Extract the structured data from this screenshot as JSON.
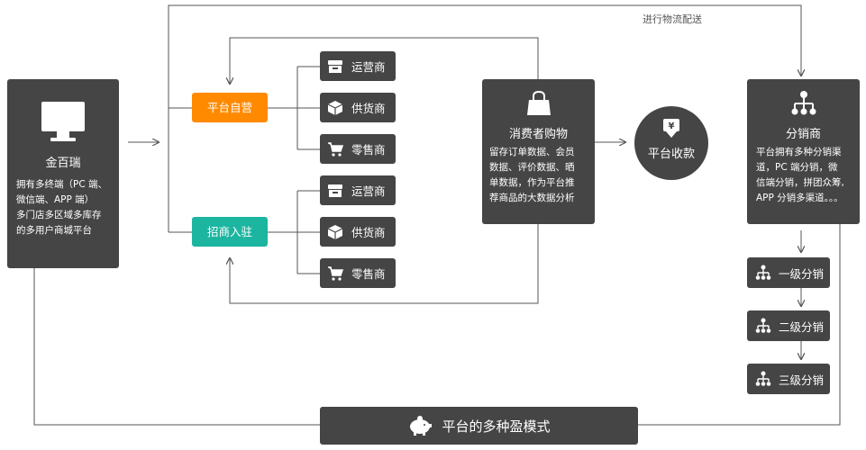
{
  "platform": {
    "name": "金百瑞",
    "desc1": "拥有多终端（PC 端、",
    "desc2": "微信端、APP 端）",
    "desc3": "多门店多区域多库存",
    "desc4": "的多用户商城平台",
    "icon": "monitor-icon"
  },
  "self_op": {
    "label": "平台自营",
    "color": "#ff8a00",
    "items": [
      "运营商",
      "供货商",
      "零售商"
    ]
  },
  "merchant": {
    "label": "招商入驻",
    "color": "#1bb5a0",
    "items": [
      "运营商",
      "供货商",
      "零售商"
    ]
  },
  "consumer": {
    "title": "消费者购物",
    "desc1": "留存订单数据、会员",
    "desc2": "数据、评价数据、晒",
    "desc3": "单数据，作为平台推",
    "desc4": "荐商品的大数据分析",
    "icon": "shopping-bag-icon"
  },
  "payment": {
    "label": "平台收款",
    "icon": "yen-icon"
  },
  "logistics_note": "进行物流配送",
  "distributor": {
    "title": "分销商",
    "desc1": "平台拥有多种分销渠",
    "desc2": "道，PC 端分销，微",
    "desc3": "信端分销，拼团众筹,",
    "desc4": "APP 分销多渠道。。。",
    "icon": "network-icon"
  },
  "levels": [
    "一级分销",
    "二级分销",
    "三级分销"
  ],
  "profit_model": {
    "label": "平台的多种盈模式",
    "icon": "piggy-bank-icon"
  },
  "colors": {
    "dark": "#454545",
    "line": "#555555"
  }
}
